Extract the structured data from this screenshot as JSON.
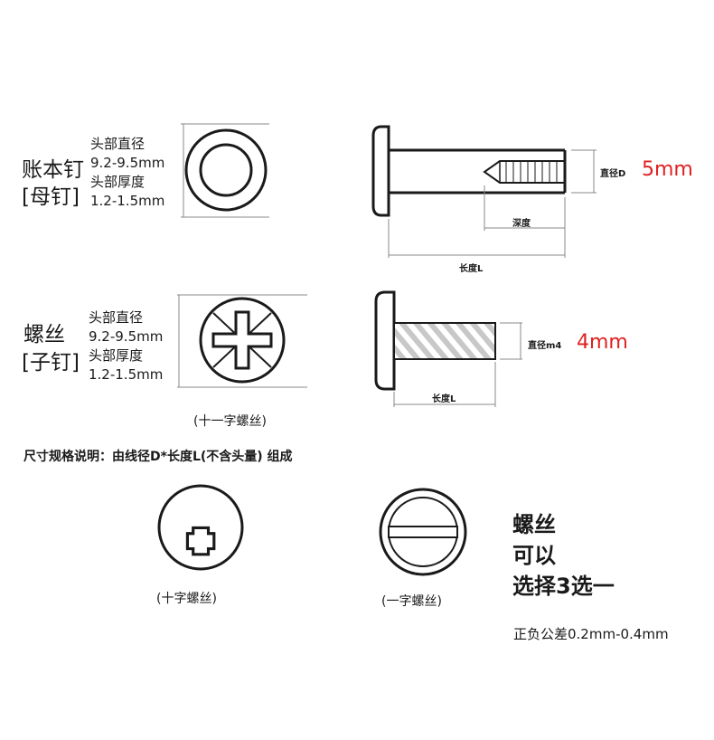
{
  "row1": {
    "name_line1": "账本钉",
    "name_line2": "[母钉]",
    "head_diameter_label": "头部直径",
    "head_diameter_value": "9.2-9.5mm",
    "head_thickness_label": "头部厚度",
    "head_thickness_value": "1.2-1.5mm",
    "diameter_label": "直径D",
    "diameter_value": "5mm",
    "depth_label": "深度",
    "length_label": "长度L"
  },
  "row2": {
    "name_line1": "螺丝",
    "name_line2": "[子钉]",
    "head_diameter_label": "头部直径",
    "head_diameter_value": "9.2-9.5mm",
    "head_thickness_label": "头部厚度",
    "head_thickness_value": "1.2-1.5mm",
    "diameter_label": "直径m4",
    "diameter_value": "4mm",
    "length_label": "长度L",
    "caption": "(十一字螺丝)"
  },
  "spec_note": "尺寸规格说明：由线径D*长度L(不含头量) 组成",
  "options": {
    "cross_caption": "(十字螺丝)",
    "slot_caption": "(一字螺丝)",
    "choose_line1": "螺丝",
    "choose_line2": "可以",
    "choose_line3": "选择3选一"
  },
  "tolerance": "正负公差0.2mm-0.4mm",
  "colors": {
    "accent": "#e02020",
    "line": "#1a1a1a"
  }
}
